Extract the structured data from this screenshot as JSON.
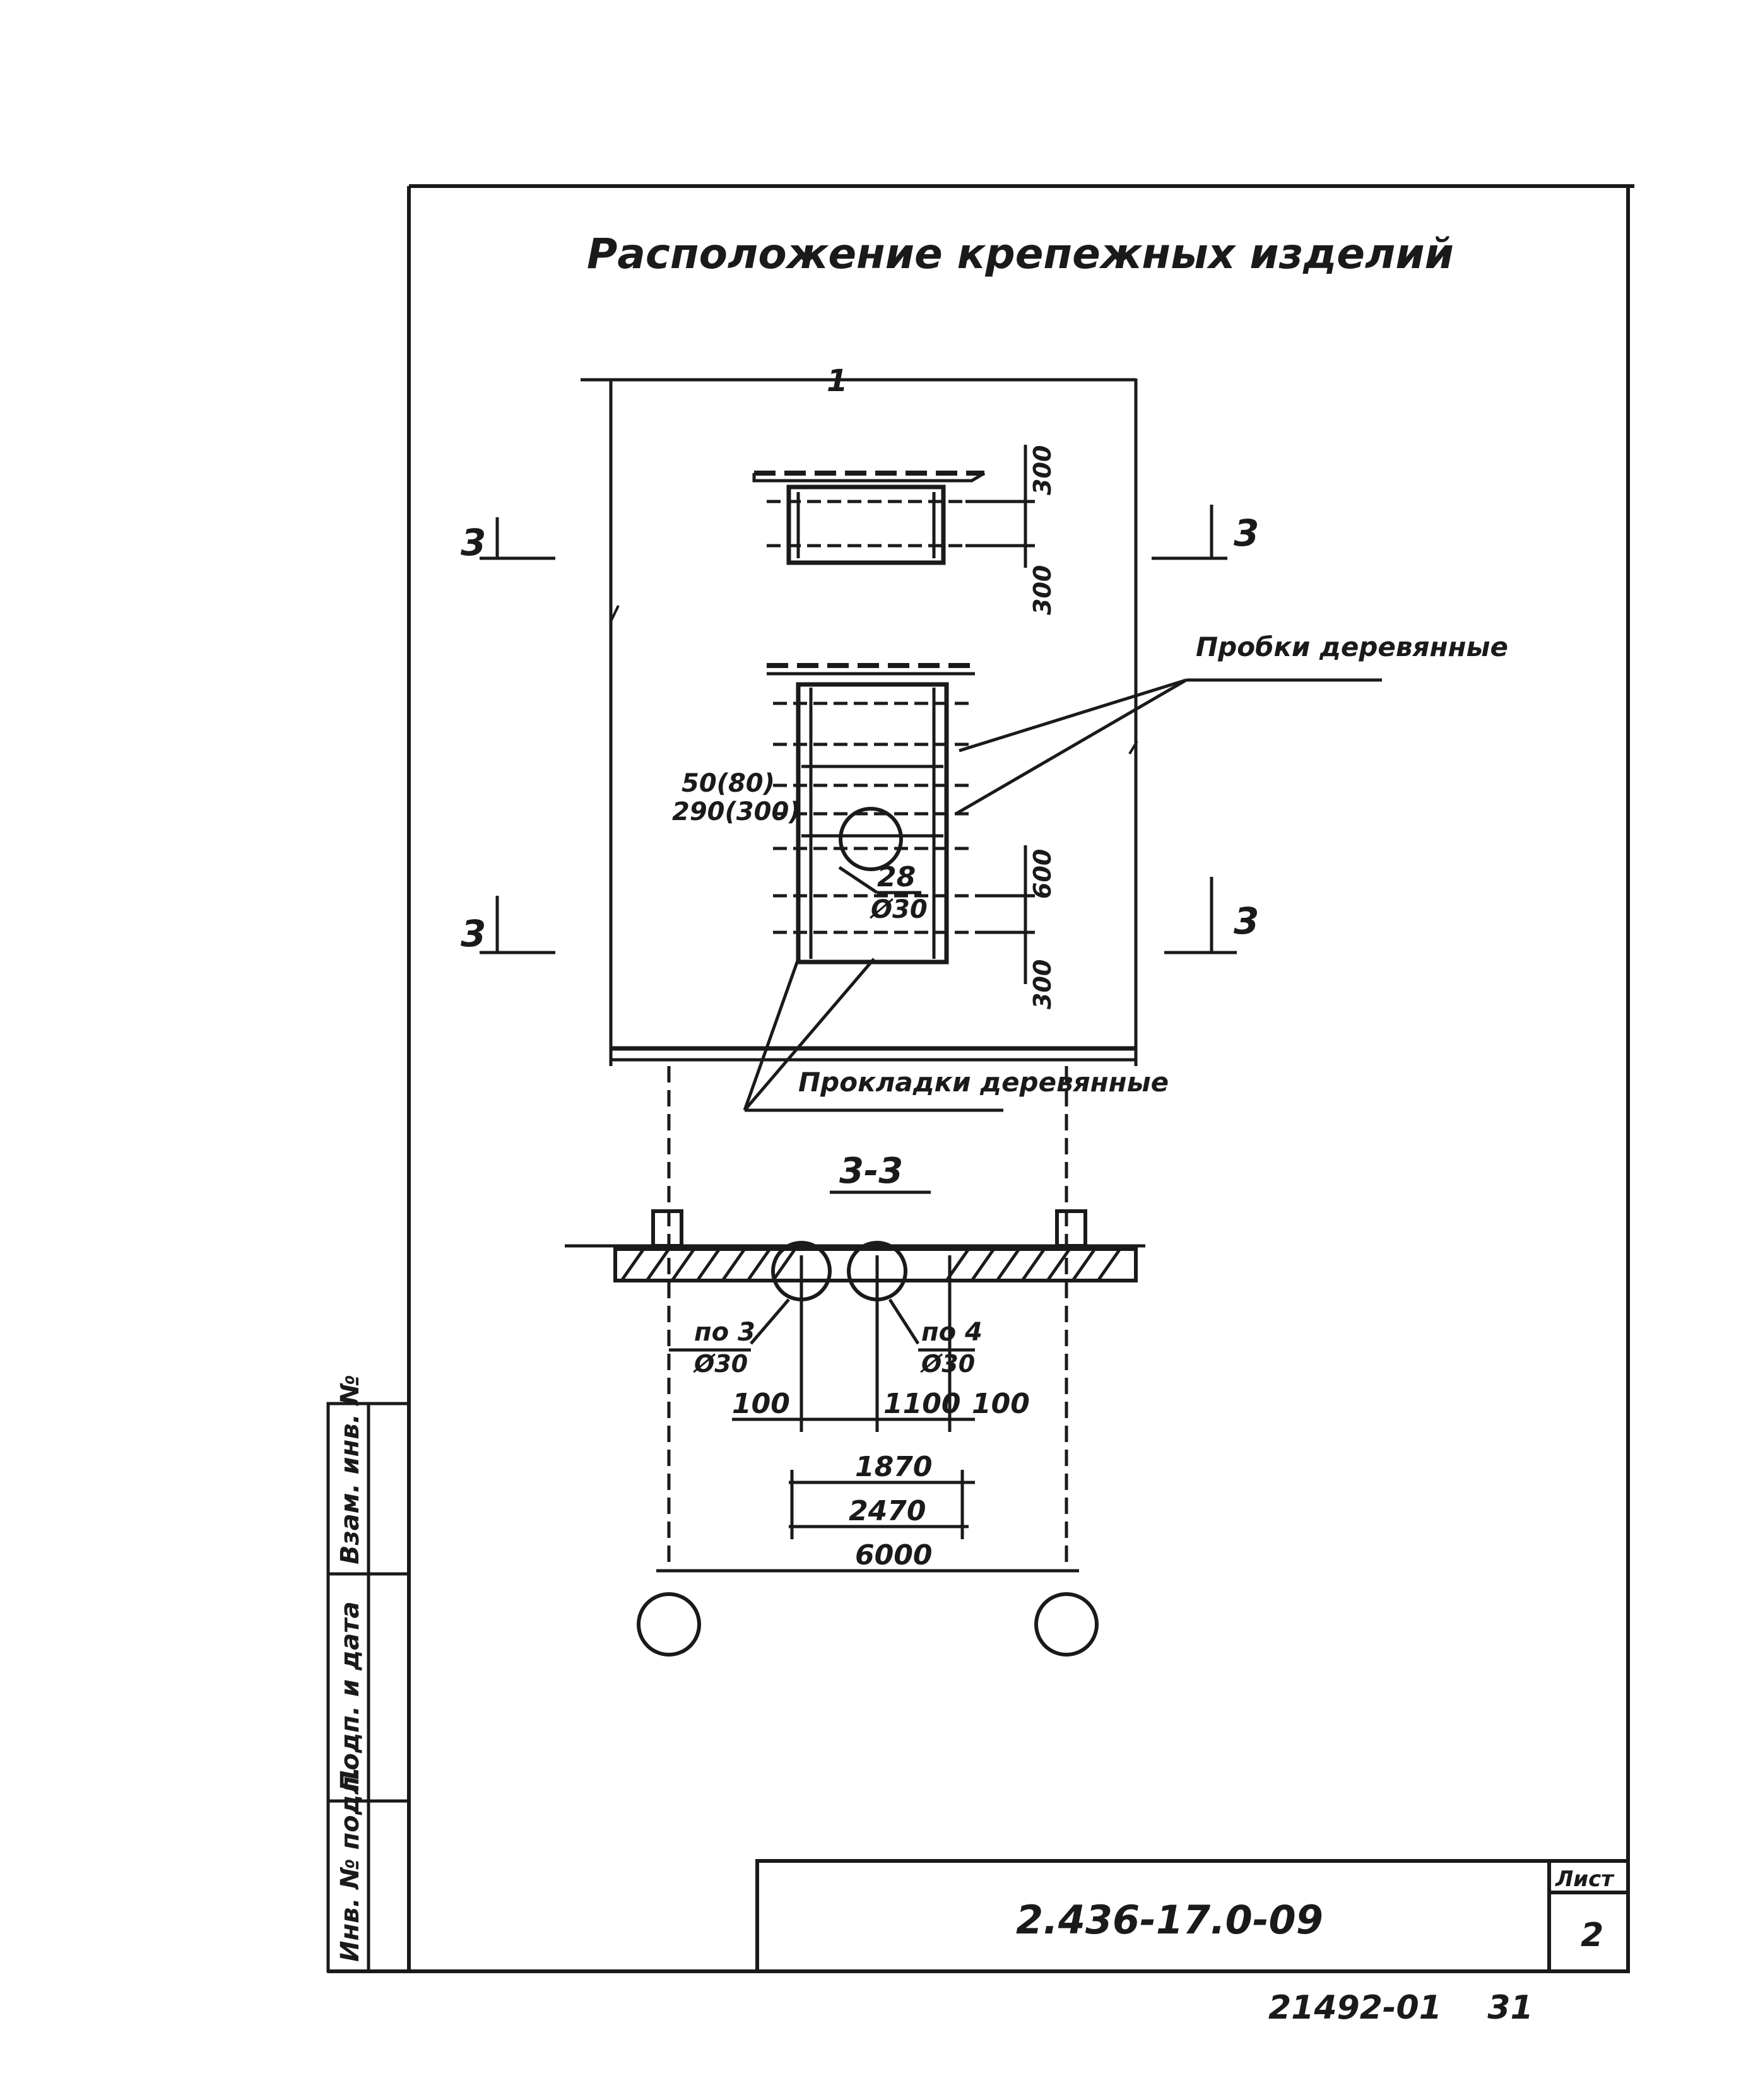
{
  "title": "Расположение крепежных изделий",
  "plan": {
    "axis_mark": "1",
    "section_mark": "3",
    "dim_top_a": "300",
    "dim_top_b": "300",
    "dim_mid_a": "50(80)",
    "dim_mid_b": "290(300)",
    "dim_right_a": "600",
    "dim_right_b": "300",
    "pos_num": "28",
    "pos_size": "Ø30",
    "label_plugs": "Пробки деревянные",
    "label_pads": "Прокладки деревянные"
  },
  "section": {
    "title": "3-3",
    "pos3_label": "по 3",
    "pos3_size": "Ø30",
    "pos4_label": "по 4",
    "pos4_size": "Ø30",
    "dim_100_left": "100",
    "dim_1100": "1100",
    "dim_100_right": "100",
    "dim_1870": "1870",
    "dim_2470": "2470",
    "dim_6000": "6000"
  },
  "stamp": {
    "doc_code": "2.436-17.0-09",
    "sheet_label": "Лист",
    "sheet_number": "2",
    "side_col1": "Инв. № подл.",
    "side_col2": "Подп. и дата",
    "side_col3": "Взам. инв. №"
  },
  "footer_code": "21492-01    31"
}
